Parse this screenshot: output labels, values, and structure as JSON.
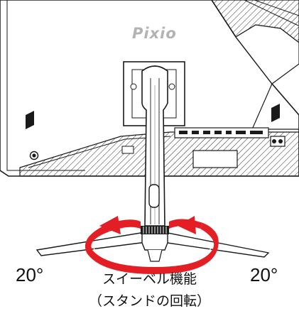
{
  "brand": {
    "logo_text": "Pixio"
  },
  "rotation": {
    "left_angle": "20°",
    "right_angle": "20°",
    "caption_line1": "スイーベル機能",
    "caption_line2": "（スタンドの回転）"
  },
  "colors": {
    "arrow": "#e31e24",
    "outline": "#1a1a1a",
    "brand_text": "#b3b3b3"
  }
}
